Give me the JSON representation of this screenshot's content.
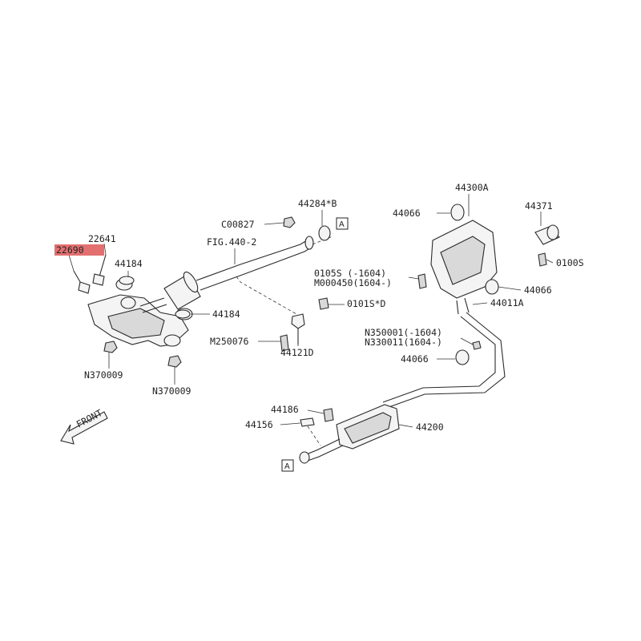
{
  "labels": {
    "l22690": "22690",
    "l22641": "22641",
    "l44184a": "44184",
    "l44184b": "44184",
    "lN370009a": "N370009",
    "lN370009b": "N370009",
    "lFIG": "FIG.440-2",
    "lC00827": "C00827",
    "l44284": "44284*B",
    "l0101S": "0101S*D",
    "lM250076": "M250076",
    "l44121D": "44121D",
    "l44300A": "44300A",
    "l44066a": "44066",
    "l44371": "44371",
    "l0100S": "0100S",
    "l0105S": "0105S  (-1604)",
    "lM000450": "M000450(1604-)",
    "l44066b": "44066",
    "l44011A": "44011A",
    "lN350001": "N350001(-1604)",
    "lN330011": "N330011(1604-)",
    "l44066c": "44066",
    "l44186": "44186",
    "l44156": "44156",
    "l44200": "44200",
    "front": "FRONT"
  },
  "tags": {
    "a1": "A",
    "a2": "A"
  },
  "colors": {
    "highlight": "#e06060",
    "line": "#2a2a2a"
  }
}
